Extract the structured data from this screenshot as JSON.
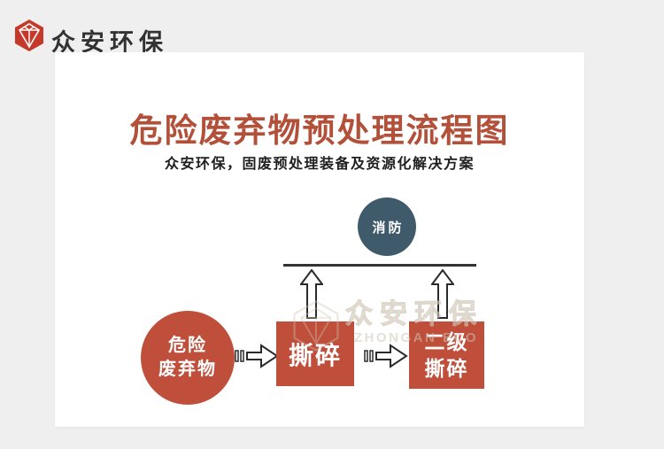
{
  "app": {
    "background_color": "#efefef",
    "card_color": "#ffffff"
  },
  "header": {
    "brand_name": "众安环保",
    "logo_color": "#c5392b",
    "text_color": "#323232"
  },
  "heading": {
    "title": "危险废弃物预处理流程图",
    "title_color": "#b2503a",
    "subtitle": "众安环保，固废预处理装备及资源化解决方案"
  },
  "flowchart": {
    "fire_label": "消防",
    "fire_node_color": "#3f5b6b",
    "node_color": "#bf4e3b",
    "source_line1": "危险",
    "source_line2": "废弃物",
    "step1_label": "撕碎",
    "step2_line1": "二级",
    "step2_line2": "撕碎",
    "line_color": "#333333"
  },
  "watermark": {
    "text_cn": "众安环保",
    "text_en": "ZHONGAN ECO"
  }
}
